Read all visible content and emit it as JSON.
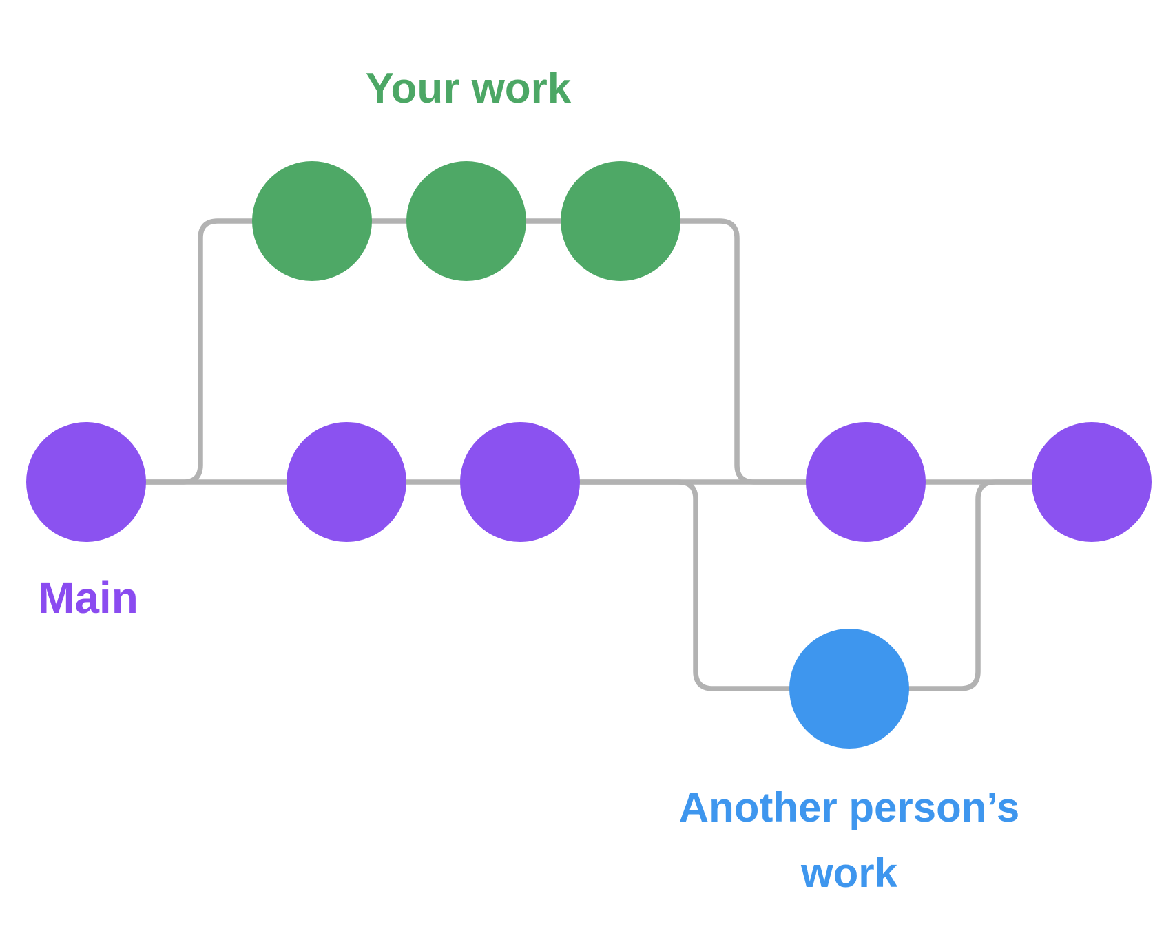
{
  "page": {
    "background": "#ffffff"
  },
  "diagram": {
    "type": "git-branch-illustration",
    "connector_color": "#b2b2b2",
    "branches": {
      "main": {
        "label": "Main",
        "node_color": "#8b52f0",
        "label_color": "#8a4bf0",
        "commit_count": 5
      },
      "yours": {
        "label": "Your work",
        "node_color": "#4ea866",
        "label_color": "#4ca765",
        "commit_count": 3
      },
      "another": {
        "label": "Another person’s work",
        "node_color": "#3e96ee",
        "label_color": "#3e96ee",
        "commit_count": 1
      }
    }
  }
}
